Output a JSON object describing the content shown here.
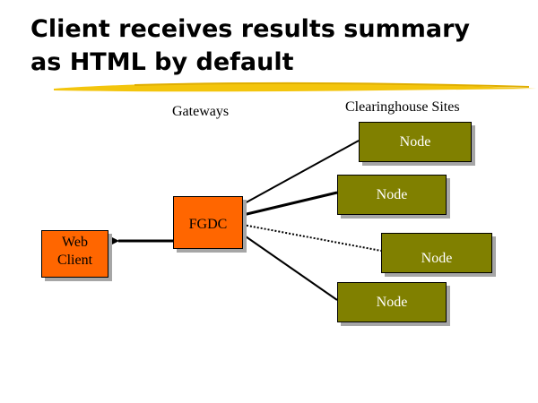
{
  "slide": {
    "title_line1": "Client receives results summary",
    "title_line2": "as HTML by default"
  },
  "labels": {
    "gateways": "Gateways",
    "clearinghouse_sites": "Clearinghouse Sites"
  },
  "nodes": [
    {
      "label": "Node"
    },
    {
      "label": "Node"
    },
    {
      "label": "Node"
    },
    {
      "label": "Node"
    }
  ],
  "gateway": {
    "label": "FGDC"
  },
  "client": {
    "line1": "Web",
    "line2": "Client"
  },
  "colors": {
    "node": "#808000",
    "gateway": "#ff6600",
    "client": "#ff6600",
    "underline": "#f2c200"
  }
}
